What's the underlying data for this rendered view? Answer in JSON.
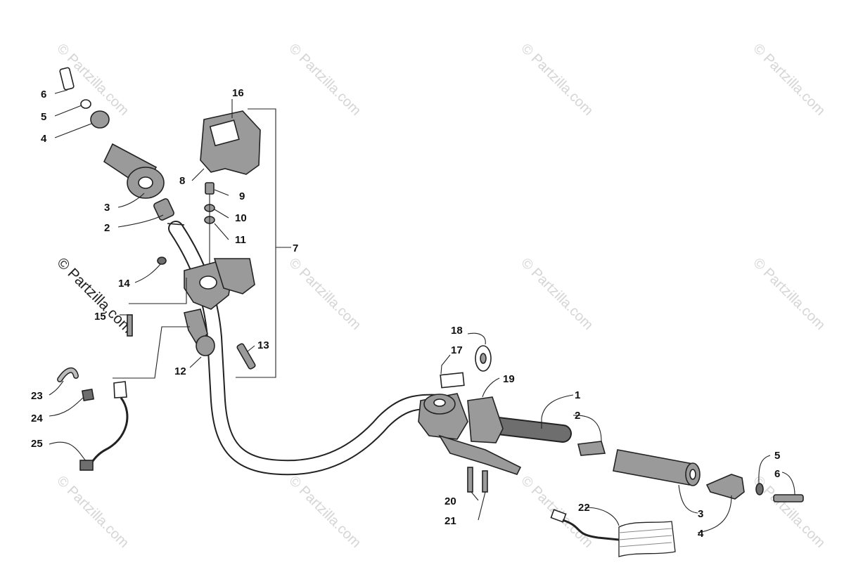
{
  "watermark": {
    "text": "© Partzilla.com"
  },
  "labels": {
    "l1": "1",
    "l2a": "2",
    "l2b": "2",
    "l3a": "3",
    "l3b": "3",
    "l4a": "4",
    "l4b": "4",
    "l5a": "5",
    "l5b": "5",
    "l6a": "6",
    "l6b": "6",
    "l7": "7",
    "l8": "8",
    "l9": "9",
    "l10": "10",
    "l11": "11",
    "l12": "12",
    "l13": "13",
    "l14": "14",
    "l15": "15",
    "l16": "16",
    "l17": "17",
    "l18": "18",
    "l19": "19",
    "l20": "20",
    "l21": "21",
    "l22": "22",
    "l23": "23",
    "l24": "24",
    "l25": "25"
  }
}
